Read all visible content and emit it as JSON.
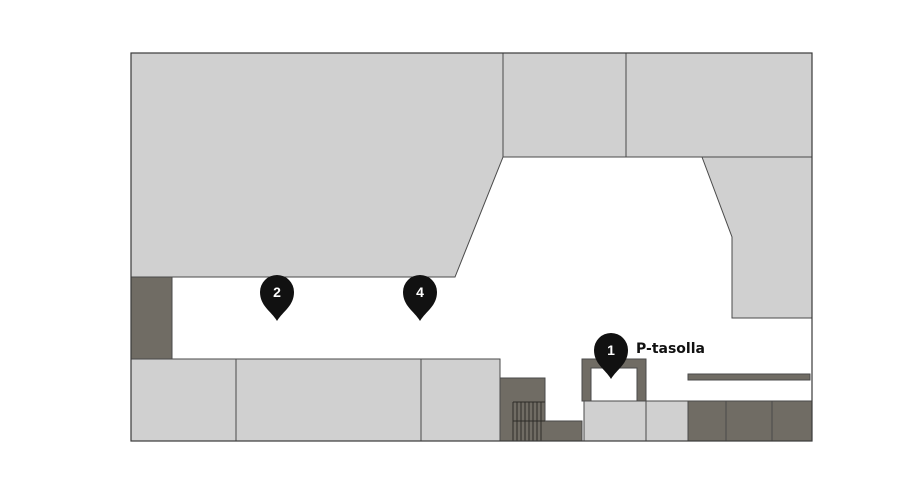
{
  "floorplan": {
    "colors": {
      "room": "#d0d0d0",
      "dark_area": "#706c64",
      "corridor": "#ffffff",
      "marker": "#111111",
      "marker_text": "#ffffff"
    }
  },
  "markers": [
    {
      "id": "1",
      "label": "1",
      "icon": "map-pin-icon"
    },
    {
      "id": "2",
      "label": "2",
      "icon": "map-pin-icon"
    },
    {
      "id": "4",
      "label": "4",
      "icon": "map-pin-icon"
    }
  ],
  "poi_labels": {
    "p_tasolla": "P-tasolla"
  }
}
